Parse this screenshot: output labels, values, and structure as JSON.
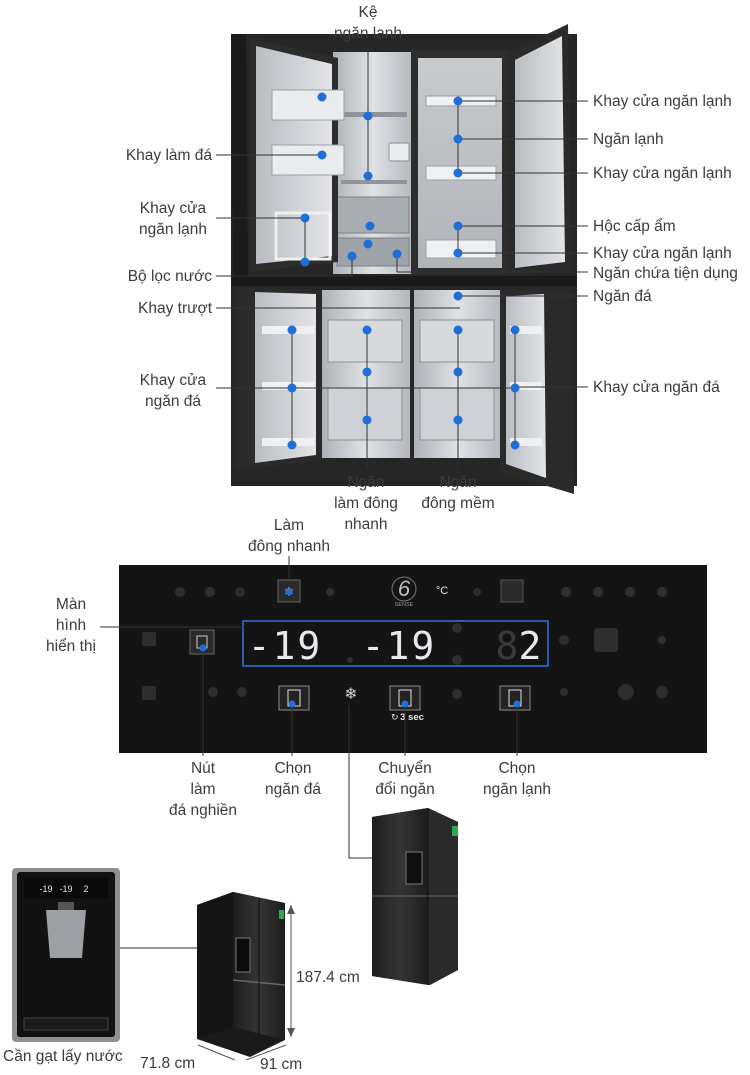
{
  "fridge_labels": {
    "ke_ngan_lanh": "Kệ\nngăn lạnh",
    "khay_lam_da": "Khay làm đá",
    "khay_cua_ngan_lanh_left": "Khay cửa\nngăn lạnh",
    "bo_loc_nuoc": "Bộ lọc nước",
    "khay_truot": "Khay trượt",
    "khay_cua_ngan_da_left": "Khay cửa\nngăn đá",
    "ngan_lam_dong_nhanh": "Ngăn\nlàm đông\nnhanh",
    "ngan_dong_mem": "Ngăn\nđông mềm",
    "khay_cua_ngan_lanh_r1": "Khay cửa ngăn lạnh",
    "ngan_lanh": "Ngăn lạnh",
    "khay_cua_ngan_lanh_r2": "Khay cửa ngăn lạnh",
    "hoc_cap_am": "Hộc cấp ẩm",
    "khay_cua_ngan_lanh_r3": "Khay cửa ngăn lạnh",
    "ngan_chua_tien_dung": "Ngăn chứa tiện dụng",
    "ngan_da": "Ngăn đá",
    "khay_cua_ngan_da_right": "Khay cửa ngăn đá"
  },
  "panel_labels": {
    "lam_dong_nhanh": "Làm\nđông nhanh",
    "man_hinh_hien_thi": "Màn\nhình\nhiển thị",
    "nut_lam_da_nghien": "Nút\nlàm\nđá nghiền",
    "chon_ngan_da": "Chọn\nngăn đá",
    "chuyen_doi_ngan": "Chuyển\nđổi ngăn",
    "chon_ngan_lanh": "Chọn\nngăn lạnh"
  },
  "panel_display": {
    "seg1": "-19",
    "seg2": "-19",
    "seg3": "2",
    "unit": "°C",
    "hold": "3 sec",
    "sense_digit": "6",
    "sense_word": "SENSE"
  },
  "dimensions": {
    "height": "187.4 cm",
    "depth": "71.8 cm",
    "width": "91 cm"
  },
  "bottom_labels": {
    "can_gat_lay_nuoc": "Cần gạt lấy nước"
  },
  "mini_display": {
    "a": "-19",
    "b": "-19",
    "c": "2"
  },
  "colors": {
    "marker": "#1f6fd6",
    "fridge_body": "#2b2b2b",
    "interior": "#c9ccd0",
    "panel_bg": "#151515",
    "panel_text": "#e9e9f2"
  }
}
